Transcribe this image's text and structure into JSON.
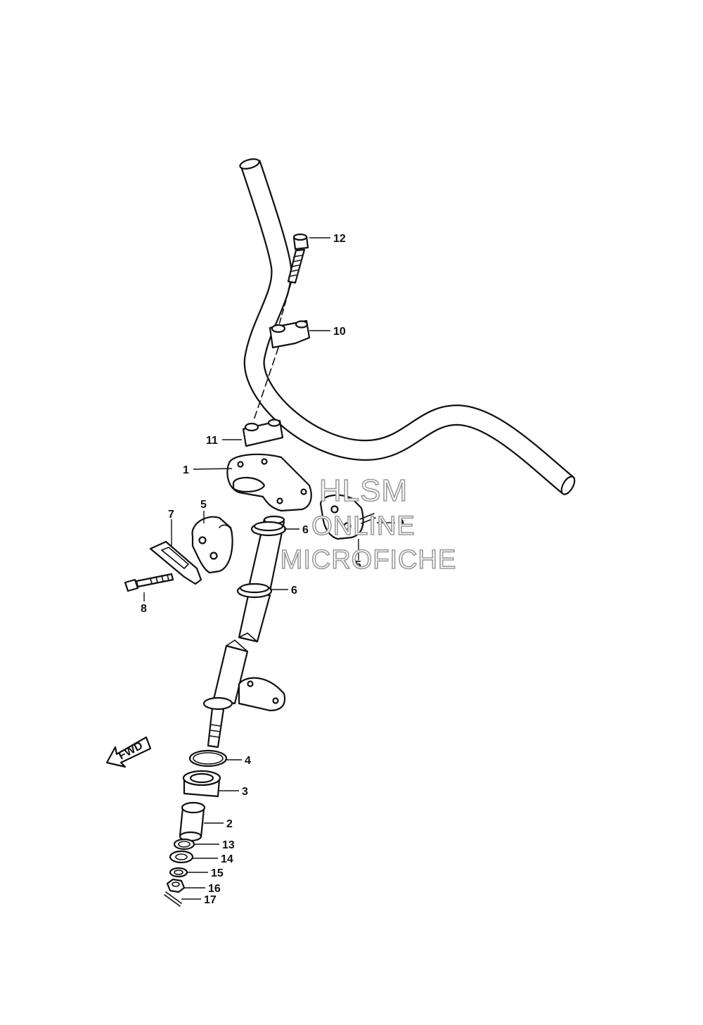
{
  "callouts": {
    "c1": "1",
    "c2": "2",
    "c3": "3",
    "c4": "4",
    "c5a": "5",
    "c5b": "5",
    "c6a": "6",
    "c6b": "6",
    "c7": "7",
    "c8": "8",
    "c9": "9",
    "c10": "10",
    "c11": "11",
    "c12": "12",
    "c13": "13",
    "c14": "14",
    "c15": "15",
    "c16": "16",
    "c17": "17"
  },
  "fwd_arrow": {
    "label": "FWD"
  },
  "watermark": {
    "line1": "HLSM",
    "line2": "ONLINE",
    "line3": "MICROFICHE"
  }
}
